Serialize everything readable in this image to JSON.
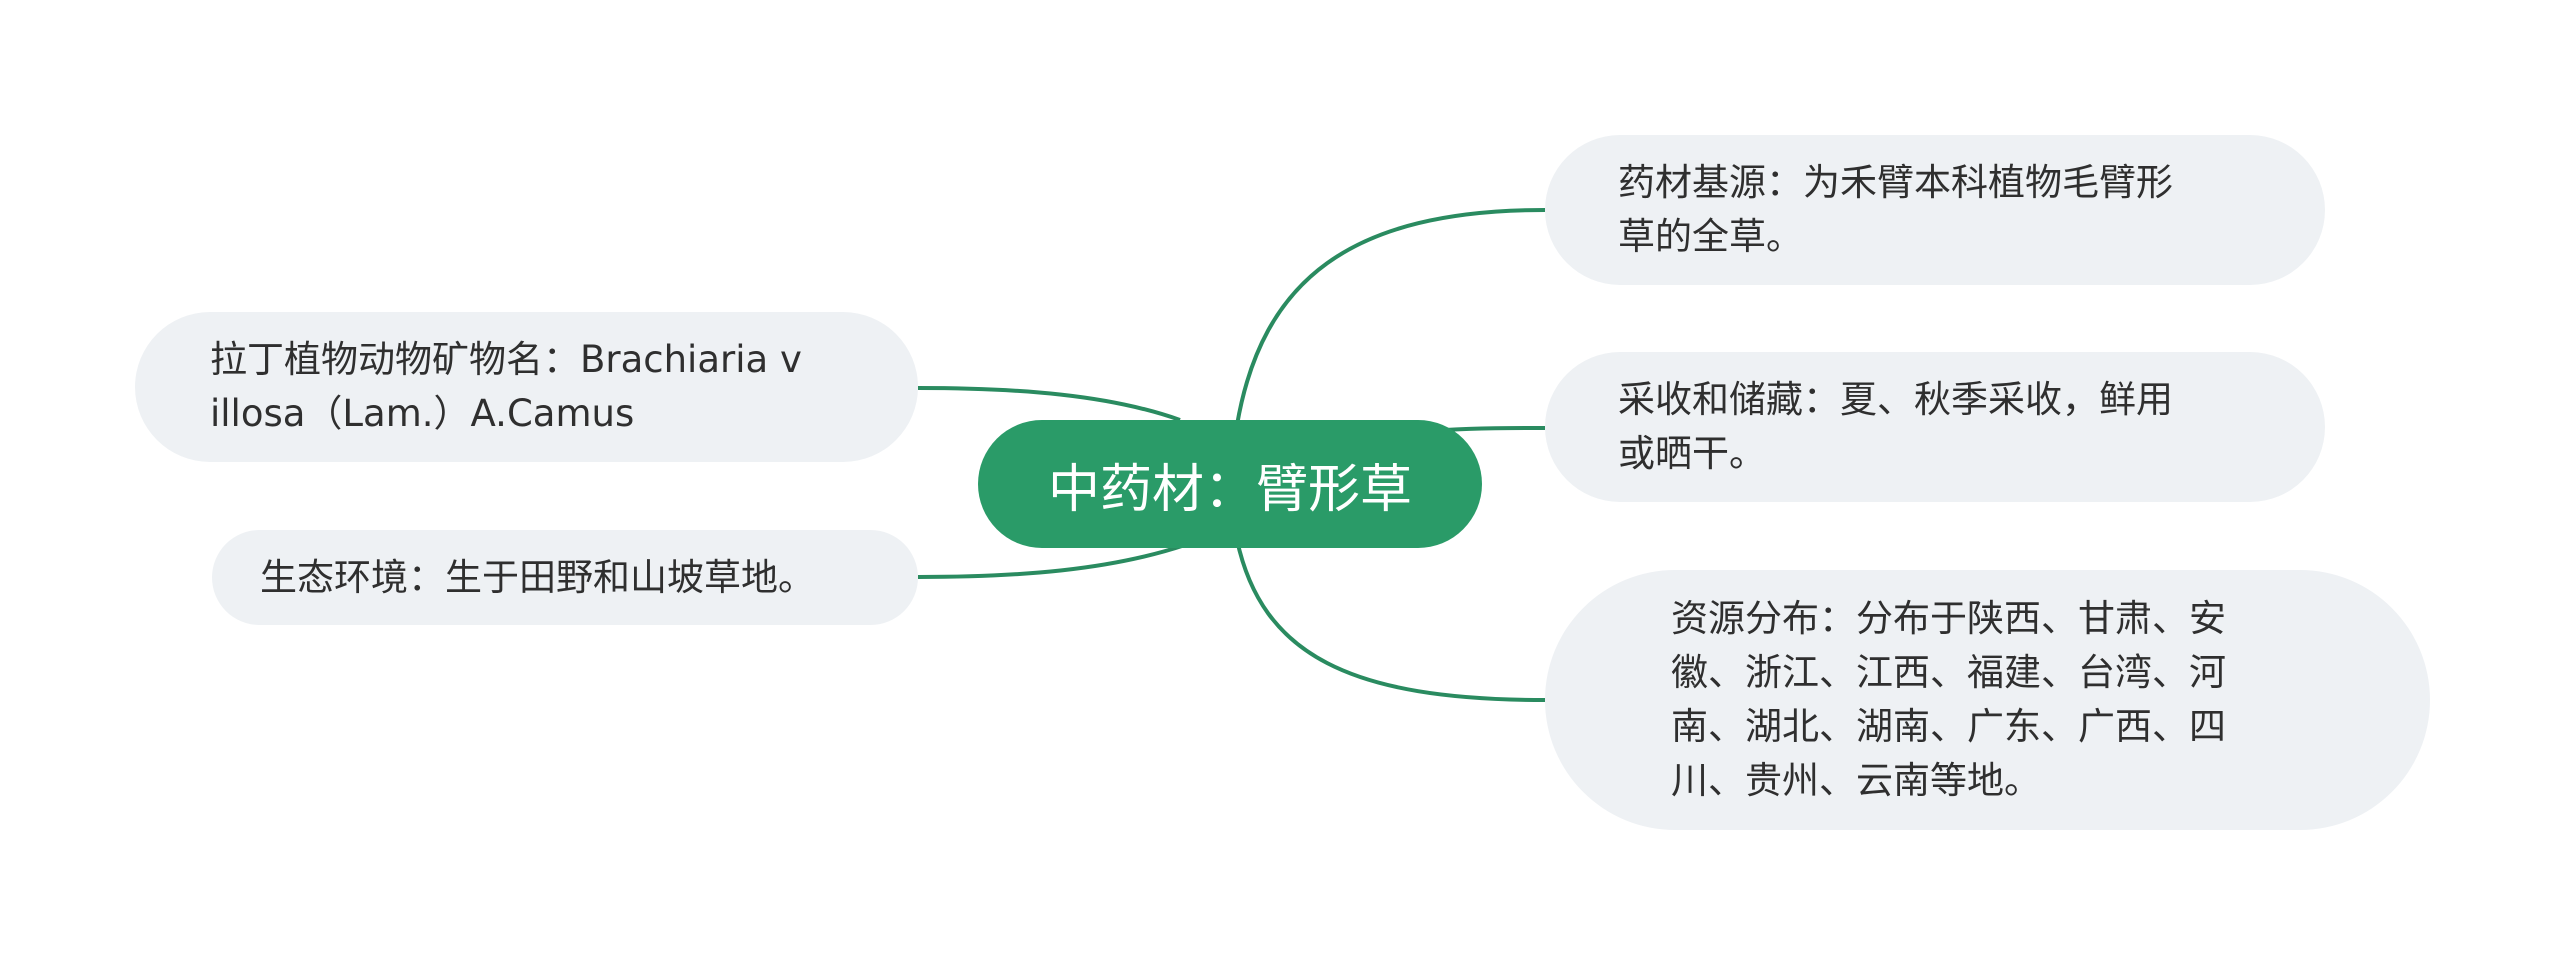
{
  "colors": {
    "center_fill": "#2a9b68",
    "branch_line": "#2a8b60",
    "node_fill": "#eef1f4",
    "node_text": "#2f2f2f",
    "center_text": "#ffffff"
  },
  "center": {
    "label": "中药材：臂形草"
  },
  "right_nodes": [
    {
      "label": "药材基源：为禾臂本科植物毛臂形\n草的全草。"
    },
    {
      "label": "采收和储藏：夏、秋季采收，鲜用\n或晒干。"
    },
    {
      "label": "资源分布：分布于陕西、甘肃、安\n徽、浙江、江西、福建、台湾、河\n南、湖北、湖南、广东、广西、四\n川、贵州、云南等地。"
    }
  ],
  "left_nodes": [
    {
      "label": "拉丁植物动物矿物名：Brachiaria v\nillosa（Lam.）A.Camus"
    },
    {
      "label": "生态环境：生于田野和山坡草地。"
    }
  ]
}
